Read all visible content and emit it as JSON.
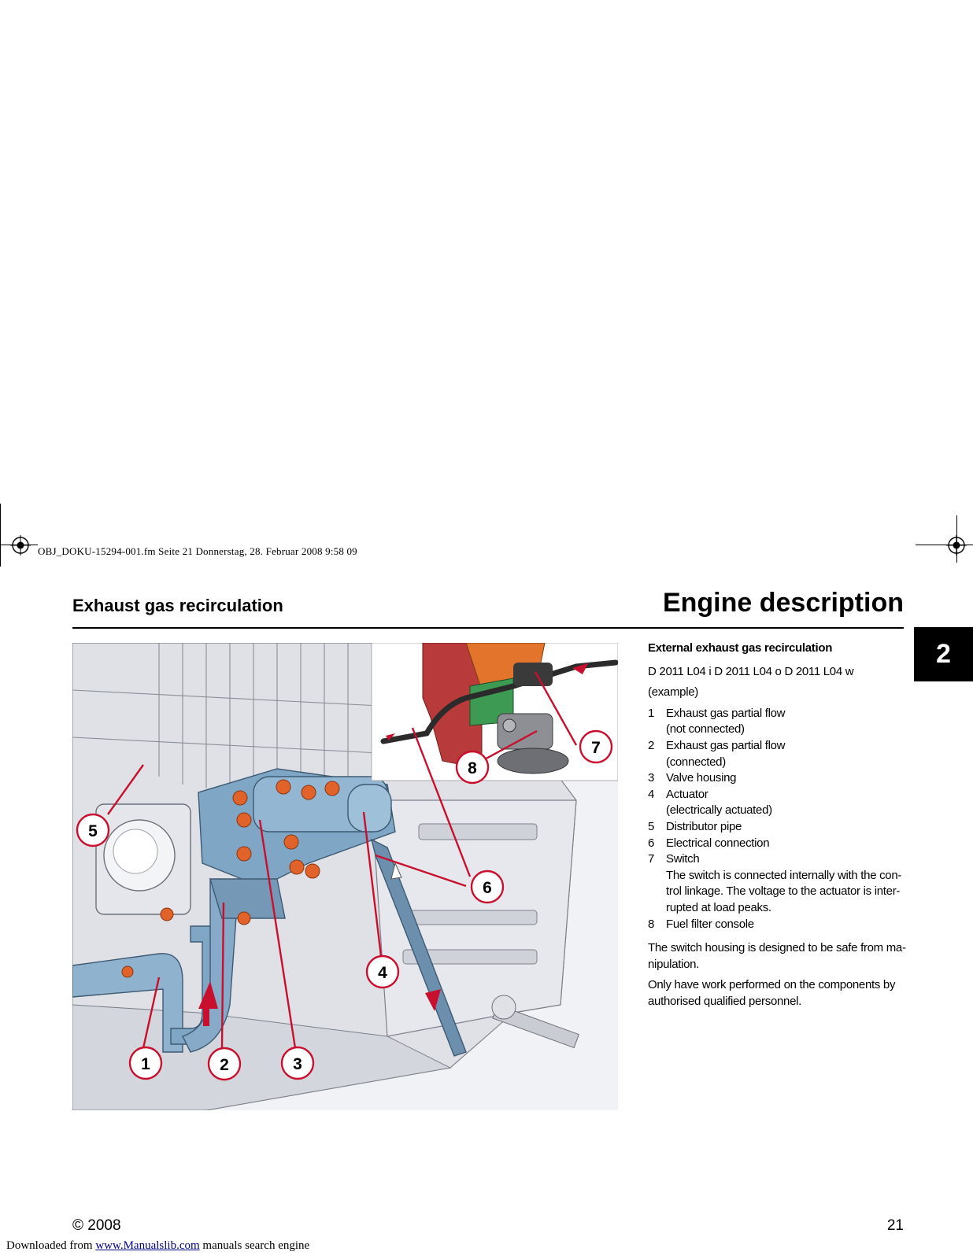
{
  "print_header": "OBJ_DOKU-15294-001.fm  Seite 21  Donnerstag, 28. Februar 2008  9:58 09",
  "section_title": "Exhaust gas recirculation",
  "chapter_title": "Engine description",
  "chapter_number": "2",
  "figure": {
    "callouts": [
      "1",
      "2",
      "3",
      "4",
      "5",
      "6",
      "7",
      "8"
    ],
    "colors": {
      "callout_red": "#c8102e",
      "housing_blue": "#7fa6c4",
      "bolt_orange": "#e2632a",
      "engine_grey": "#d9dce3"
    }
  },
  "text": {
    "heading": "External exhaust gas recirculation",
    "models": "D 2011 L04 i D 2011 L04 o D 2011 L04 w",
    "example": "(example)",
    "legend": [
      {
        "num": "1",
        "lines": [
          "Exhaust gas partial flow",
          "(not connected)"
        ]
      },
      {
        "num": "2",
        "lines": [
          "Exhaust gas partial flow",
          "(connected)"
        ]
      },
      {
        "num": "3",
        "lines": [
          "Valve housing"
        ]
      },
      {
        "num": "4",
        "lines": [
          "Actuator",
          "(electrically actuated)"
        ]
      },
      {
        "num": "5",
        "lines": [
          "Distributor pipe"
        ]
      },
      {
        "num": "6",
        "lines": [
          "Electrical connection"
        ]
      },
      {
        "num": "7",
        "lines": [
          "Switch",
          "The switch is connected internally with the con-",
          "trol linkage. The voltage to the actuator is inter-",
          "rupted at load peaks."
        ]
      },
      {
        "num": "8",
        "lines": [
          "Fuel filter console"
        ]
      }
    ],
    "para1": "The switch housing is designed to be safe from ma-nipulation.",
    "para1_lines": [
      "The switch housing is designed to be safe from ma-",
      "nipulation."
    ],
    "para2_lines": [
      "Only have work performed on the components by",
      "authorised qualified personnel."
    ]
  },
  "footer": {
    "copyright": "© 2008",
    "page_number": "21",
    "downloaded_prefix": "Downloaded from ",
    "downloaded_link": "www.Manualslib.com",
    "downloaded_suffix": " manuals search engine"
  }
}
